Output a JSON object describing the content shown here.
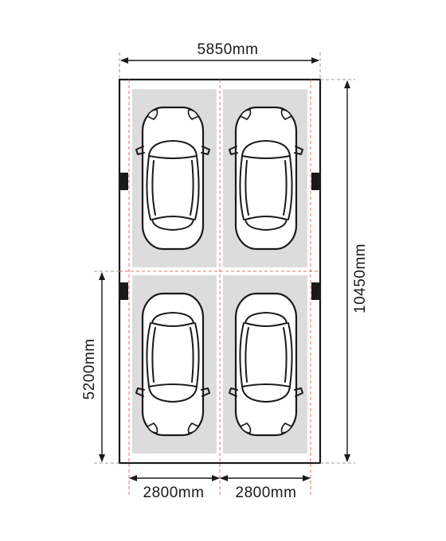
{
  "dimensions": {
    "total_width": "5850mm",
    "total_length": "10450mm",
    "bay_length": "5200mm",
    "bay_width_left": "2800mm",
    "bay_width_right": "2800mm"
  },
  "colors": {
    "outline": "#1a1a1a",
    "bay_fill": "#dcdcdc",
    "red_guide": "#e07070",
    "grey_guide": "#9a9a9a",
    "post": "#1a1a1a"
  },
  "parking_bays": [
    {
      "id": "top-left",
      "car_facing": "up"
    },
    {
      "id": "top-right",
      "car_facing": "up"
    },
    {
      "id": "bottom-left",
      "car_facing": "down"
    },
    {
      "id": "bottom-right",
      "car_facing": "down"
    }
  ],
  "car_icon": "sedan-top-view-icon",
  "post_icon": "support-post-icon",
  "arrow_icon": "dimension-arrow-icon"
}
